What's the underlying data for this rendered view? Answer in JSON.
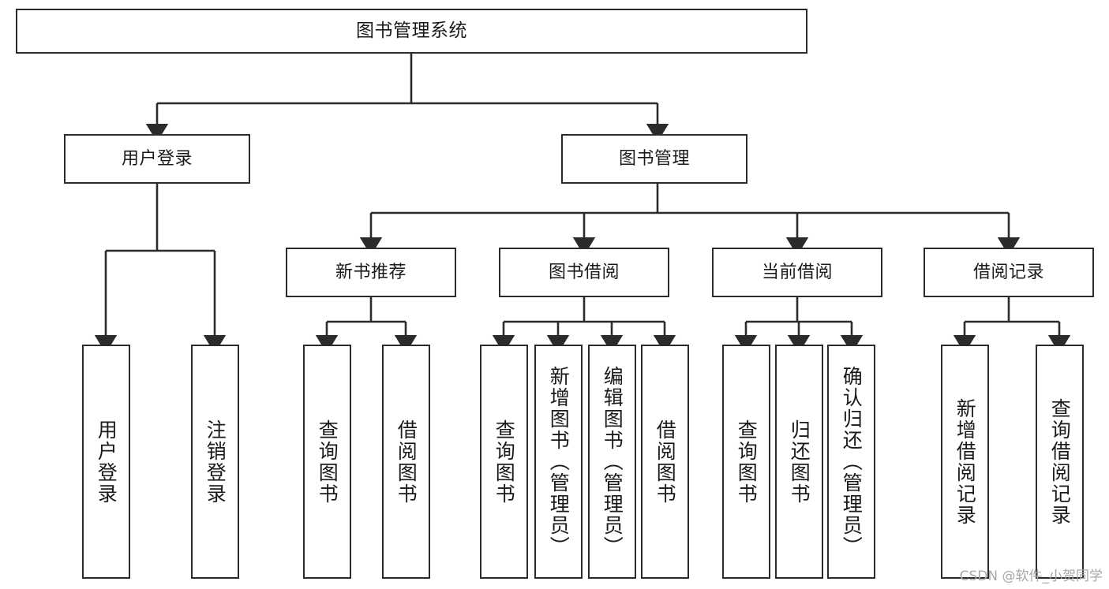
{
  "diagram": {
    "type": "tree-hierarchy",
    "title": "图书管理系统",
    "colors": {
      "border": "#2b2b2b",
      "background": "#ffffff",
      "text": "#1a1a1a",
      "edge": "#2b2b2b",
      "watermark": "#a8a8a8"
    },
    "root": {
      "label": "图书管理系统"
    },
    "level2": [
      {
        "id": "user-login",
        "label": "用户登录"
      },
      {
        "id": "book-manage",
        "label": "图书管理"
      }
    ],
    "level3": [
      {
        "id": "new-book-recommend",
        "label": "新书推荐"
      },
      {
        "id": "book-borrow",
        "label": "图书借阅"
      },
      {
        "id": "current-borrow",
        "label": "当前借阅"
      },
      {
        "id": "borrow-record",
        "label": "借阅记录"
      }
    ],
    "leaves": {
      "user-login": [
        {
          "id": "leaf-user-login",
          "label": "用户登录"
        },
        {
          "id": "leaf-user-logout",
          "label": "注销登录"
        }
      ],
      "new-book-recommend": [
        {
          "id": "leaf-query-book-1",
          "label": "查询图书"
        },
        {
          "id": "leaf-borrow-book-1",
          "label": "借阅图书"
        }
      ],
      "book-borrow": [
        {
          "id": "leaf-query-book-2",
          "label": "查询图书"
        },
        {
          "id": "leaf-add-book",
          "label": "新增图书（管理员）"
        },
        {
          "id": "leaf-edit-book",
          "label": "编辑图书（管理员）"
        },
        {
          "id": "leaf-borrow-book-2",
          "label": "借阅图书"
        }
      ],
      "current-borrow": [
        {
          "id": "leaf-query-book-3",
          "label": "查询图书"
        },
        {
          "id": "leaf-return-book",
          "label": "归还图书"
        },
        {
          "id": "leaf-confirm-return",
          "label": "确认归还（管理员）"
        }
      ],
      "borrow-record": [
        {
          "id": "leaf-add-record",
          "label": "新增借阅记录"
        },
        {
          "id": "leaf-query-record",
          "label": "查询借阅记录"
        }
      ]
    }
  },
  "watermark": {
    "text": "CSDN @软件_小贺同学"
  }
}
